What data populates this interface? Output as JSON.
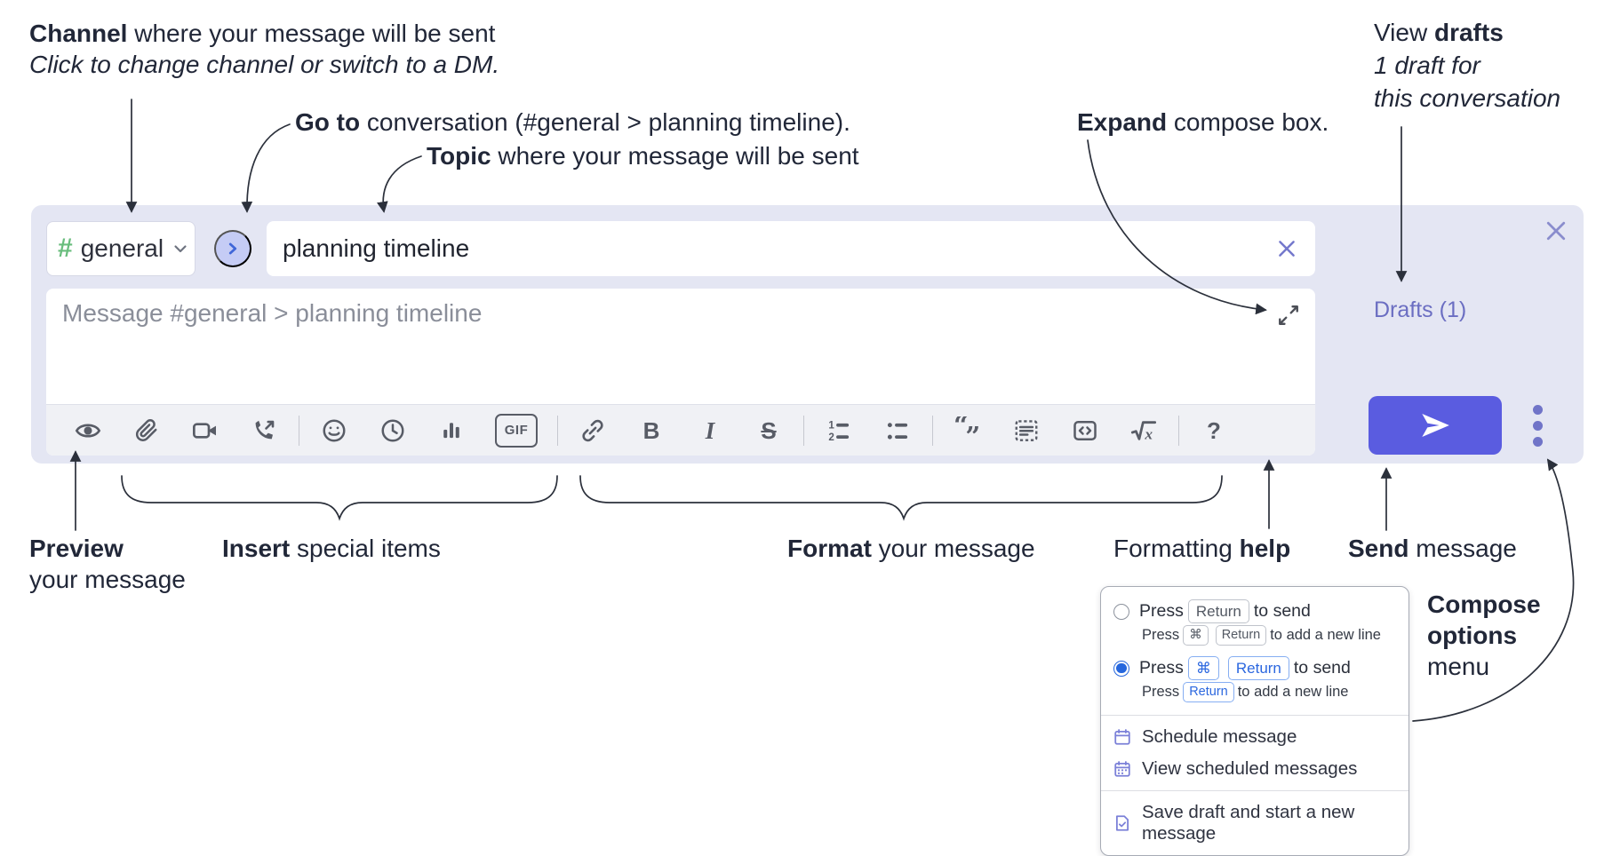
{
  "annotations": {
    "channel": {
      "bold": "Channel",
      "rest": " where your message will be sent",
      "sub": "Click to change channel or switch to a DM."
    },
    "go_to": {
      "bold": "Go to",
      "rest": " conversation (#general > planning timeline)."
    },
    "topic": {
      "bold": "Topic",
      "rest": " where your message will be sent"
    },
    "expand": {
      "bold": "Expand",
      "rest": " compose box."
    },
    "view_drafts": {
      "pre": "View ",
      "bold": "drafts",
      "sub1": "1 draft for",
      "sub2": "this conversation"
    },
    "preview": {
      "bold": "Preview",
      "sub": "your message"
    },
    "insert": {
      "bold": "Insert",
      "rest": " special items"
    },
    "format": {
      "bold": "Format",
      "rest": " your message"
    },
    "formatting_help": {
      "pre": "Formatting ",
      "bold": "help"
    },
    "send": {
      "bold": "Send",
      "rest": " message"
    },
    "compose_options": {
      "line1": "Compose",
      "line2": "options",
      "line3": "menu"
    }
  },
  "compose": {
    "channel": {
      "hash": "#",
      "name": "general"
    },
    "topic_value": "planning timeline",
    "message_placeholder": "Message #general > planning timeline",
    "drafts_link": "Drafts (1)",
    "toolbar": {
      "gif": "GIF",
      "bold": "B",
      "italic": "I",
      "strikethrough": "S",
      "help": "?"
    }
  },
  "popup": {
    "option1": {
      "pre": "Press",
      "kbd": "Return",
      "post": "to send"
    },
    "option1_sub": {
      "pre": "Press",
      "kbd1": "⌘",
      "kbd2": "Return",
      "post": "to add a new line"
    },
    "option2": {
      "pre": "Press",
      "kbd1": "⌘",
      "kbd2": "Return",
      "post": "to send"
    },
    "option2_sub": {
      "pre": "Press",
      "kbd": "Return",
      "post": "to add a new line"
    },
    "items": [
      {
        "label": "Schedule message"
      },
      {
        "label": "View scheduled messages"
      },
      {
        "label": "Save draft and start a new message"
      }
    ]
  },
  "icons": {
    "toolbar": [
      "preview-eye",
      "attach-paperclip",
      "video-call",
      "audio-call",
      "emoji-smiley",
      "time-clock",
      "poll-bar-chart",
      "gif",
      "link",
      "bold",
      "italic",
      "strikethrough",
      "numbered-list",
      "bulleted-list",
      "quote",
      "spoiler",
      "code",
      "math-sqrt",
      "help-question"
    ],
    "channel_chevron": "chevron-down",
    "goto_conversation": "chevron-right-circle",
    "clear_topic": "x-close",
    "close_compose": "x-close",
    "expand_compose": "diagonal-expand-arrows",
    "send": "paper-plane",
    "compose_options": "vertical-ellipsis",
    "schedule_message": "calendar",
    "view_scheduled": "calendar-grid",
    "save_draft": "document-check"
  },
  "colors": {
    "compose_bg": "#e4e6f3",
    "accent_indigo": "#5a5ce0",
    "link_purple": "#6b6ec2",
    "hash_green": "#69bd7d",
    "kbd_blue": "#2b67df",
    "radio_blue": "#2667dd",
    "annotation_text": "#212738"
  }
}
